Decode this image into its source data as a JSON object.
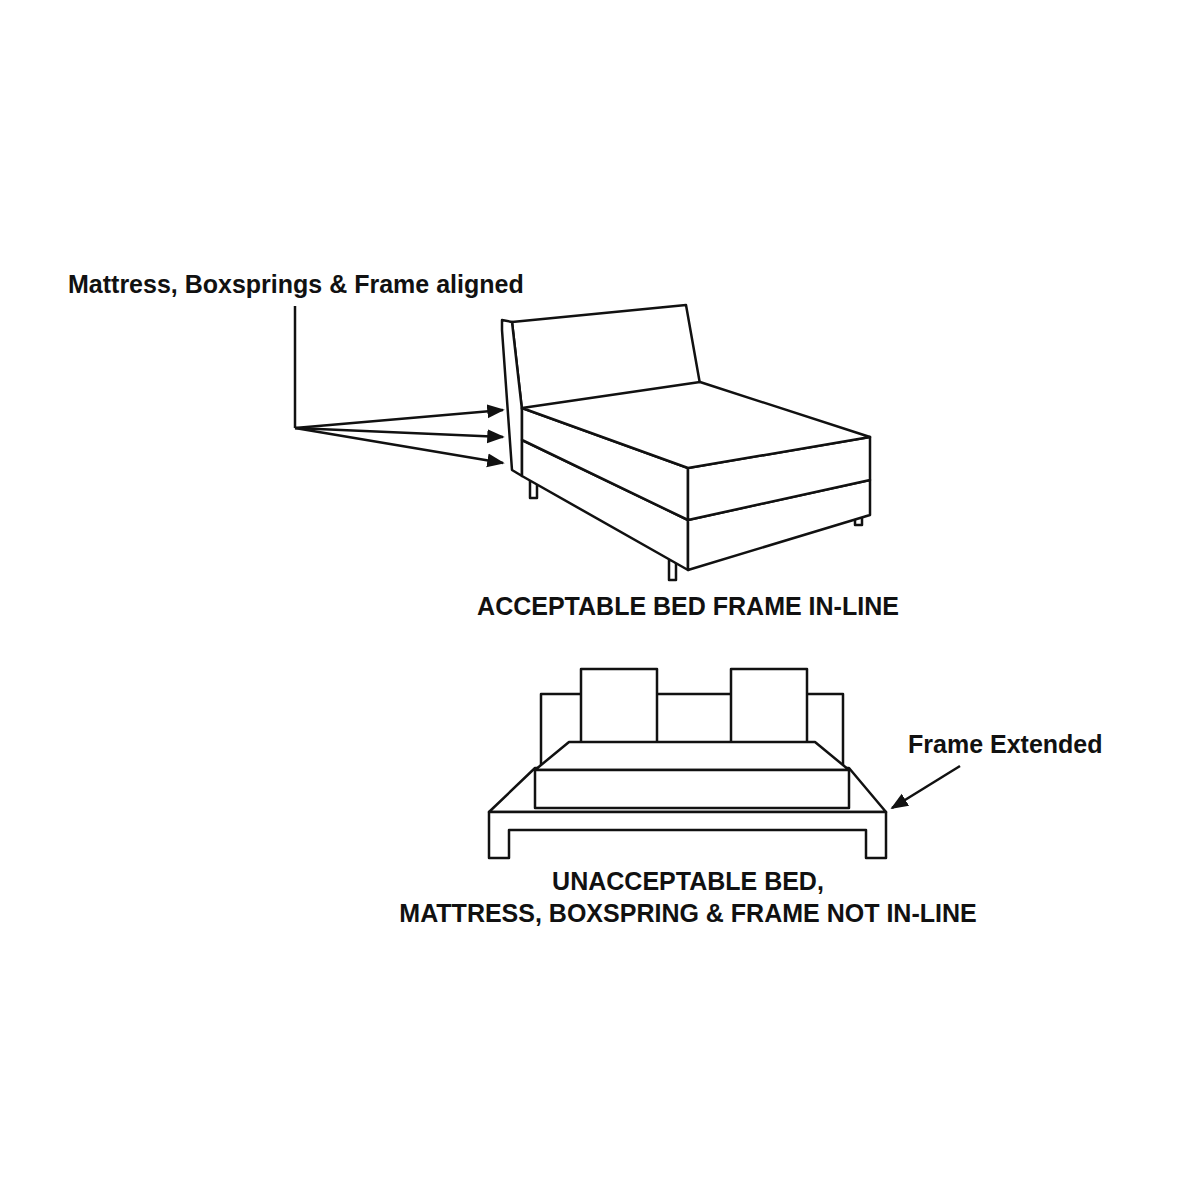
{
  "diagram": {
    "labels": [
      "Mattress, Boxsprings & Frame aligned",
      "ACCEPTABLE BED FRAME IN-LINE",
      "Frame Extended",
      "UNACCEPTABLE BED, MATTRESS, BOXSPRING & FRAME NOT IN-LINE"
    ]
  }
}
